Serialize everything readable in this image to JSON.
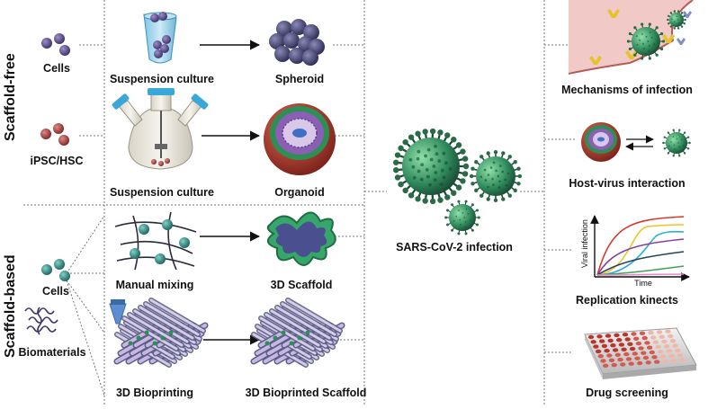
{
  "sections": {
    "scaffold_free": "Scaffold-free",
    "scaffold_based": "Scaffold-based"
  },
  "inputs": {
    "cells_1": "Cells",
    "ipsc": "iPSC/HSC",
    "cells_2": "Cells",
    "biomaterials": "Biomaterials"
  },
  "methods": {
    "suspension_1": "Suspension culture",
    "suspension_2": "Suspension culture",
    "manual_mixing": "Manual mixing",
    "bioprinting": "3D Bioprinting"
  },
  "models": {
    "spheroid": "Spheroid",
    "organoid": "Organoid",
    "scaffold": "3D Scaffold",
    "bioprinted_scaffold": "3D Bioprinted Scaffold"
  },
  "center": {
    "infection": "SARS-CoV-2 infection"
  },
  "applications": {
    "mechanisms": "Mechanisms of infection",
    "host_virus": "Host-virus interaction",
    "replication": "Replication kinects",
    "drug_screening": "Drug screening"
  },
  "replication_chart": {
    "ylabel": "Viral infection",
    "xlabel": "Time"
  },
  "colors": {
    "virus_green": "#3f9e6e",
    "spike": "#1d5a3a",
    "cell_purple": "#5a4a86",
    "cell_red": "#a5403e",
    "cell_teal": "#2f8c86",
    "flask_blue": "#3aa7d9",
    "organoid_red": "#b5392f",
    "organoid_purple": "#8a5fb4",
    "plate_red": "#b8352f"
  }
}
